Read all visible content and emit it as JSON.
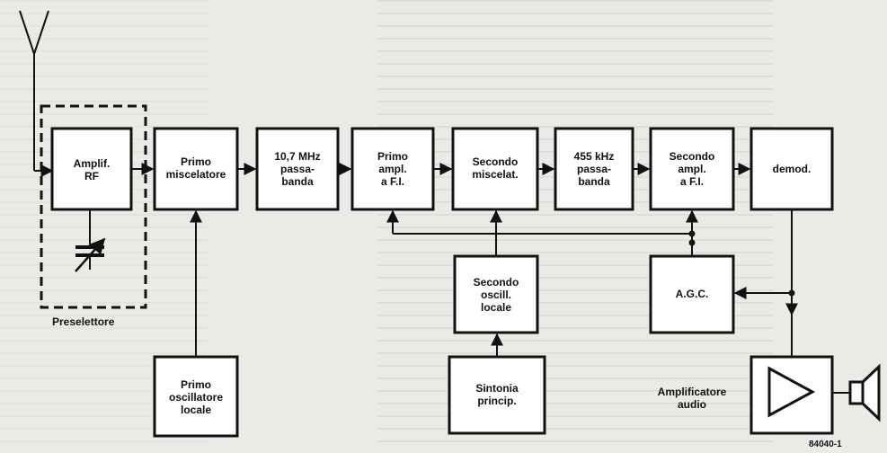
{
  "blocks": {
    "amplif_rf": [
      "Amplif.",
      "RF"
    ],
    "primo_miscelatore": [
      "Primo",
      "miscelatore"
    ],
    "filtro_10_7": [
      "10,7 MHz",
      "passa-",
      "banda"
    ],
    "primo_ampl_fi": [
      "Primo",
      "ampl.",
      "a F.I."
    ],
    "secondo_miscelat": [
      "Secondo",
      "miscelat."
    ],
    "filtro_455": [
      "455 kHz",
      "passa-",
      "banda"
    ],
    "secondo_ampl_fi": [
      "Secondo",
      "ampl.",
      "a F.I."
    ],
    "demod": [
      "demod."
    ],
    "secondo_oscill": [
      "Secondo",
      "oscill.",
      "locale"
    ],
    "agc": [
      "A.G.C."
    ],
    "primo_oscillatore": [
      "Primo",
      "oscillatore",
      "locale"
    ],
    "sintonia": [
      "Sintonia",
      "princip."
    ]
  },
  "labels": {
    "preselettore": "Preselettore",
    "amplificatore_audio": "Amplificatore\naudio",
    "figure_code": "84040-1"
  }
}
